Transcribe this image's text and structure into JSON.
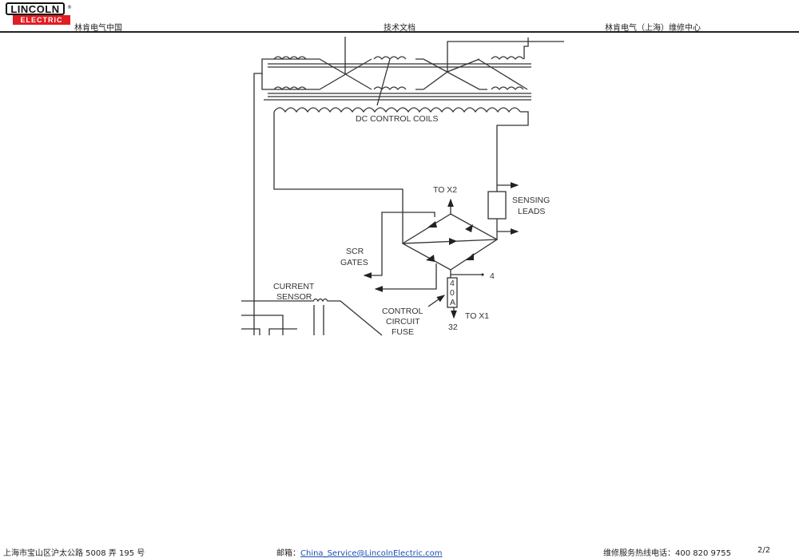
{
  "header": {
    "logo_top": "LINCOLN",
    "logo_bottom": "ELECTRIC",
    "logo_reg": "®",
    "left": "林肯电气中国",
    "center": "技术文档",
    "right": "林肯电气（上海）维修中心"
  },
  "diagram": {
    "labels": {
      "dc_control_coils": "DC CONTROL COILS",
      "to_x2": "TO X2",
      "sensing": "SENSING",
      "leads": "LEADS",
      "scr": "SCR",
      "gates": "GATES",
      "current": "CURRENT",
      "sensor": "SENSOR",
      "control": "CONTROL",
      "circuit": "CIRCUIT",
      "fuse": "FUSE",
      "fuse_rating_1": "4",
      "fuse_rating_2": "0",
      "fuse_rating_3": "A",
      "to_x1": "TO X1",
      "wire_4": "4",
      "wire_32": "32"
    }
  },
  "footer": {
    "address": "上海市宝山区沪太公路 5008 弄 195 号",
    "email_label": "邮箱：",
    "email": "China_Service@LincolnElectric.com",
    "hotline": "维修服务热线电话：400 820 9755",
    "page": "2/2"
  }
}
